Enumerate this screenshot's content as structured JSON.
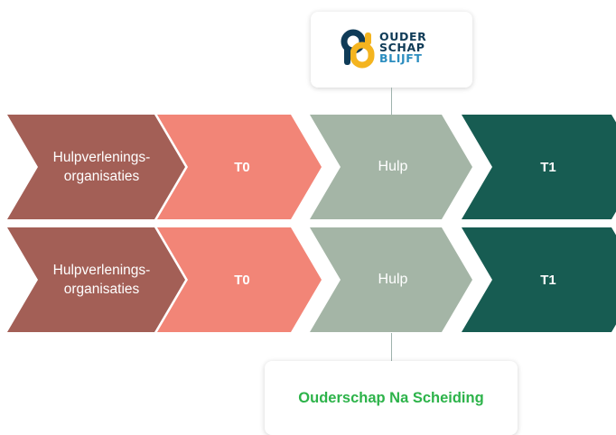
{
  "logo": {
    "line1": "OUDER",
    "line2": "SCHAP",
    "line3": "BLIJFT",
    "colors": {
      "dark": "#0f3b57",
      "accent": "#2b8dbf",
      "yellow": "#f4b41f"
    }
  },
  "rows": [
    {
      "steps": [
        "Hulpverlenings-",
        "organisaties",
        "T0",
        "Hulp",
        "T1"
      ]
    },
    {
      "steps": [
        "Hulpverlenings-",
        "organisaties",
        "T0",
        "Hulp",
        "T1"
      ]
    }
  ],
  "bottom_card": {
    "title": "Ouderschap Na Scheiding"
  },
  "colors": {
    "step1": "#a35f56",
    "step2": "#f28577",
    "step3": "#a4b5a6",
    "step4": "#175c52",
    "bottom_title": "#2db34a"
  }
}
